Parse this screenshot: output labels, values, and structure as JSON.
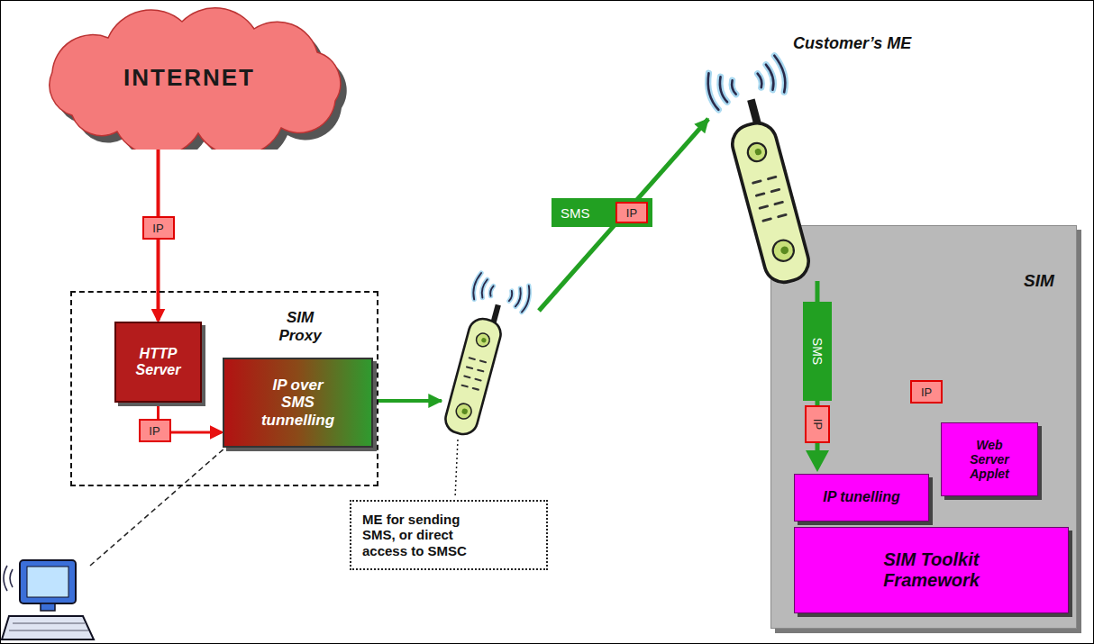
{
  "diagram": {
    "nodes": [
      {
        "text": [
          "INTERNET"
        ]
      },
      {
        "text": [
          "SIM Proxy"
        ]
      },
      {
        "text": [
          "HTTP Server"
        ],
        "in": 1
      },
      {
        "text": [
          "IP over SMS tunnelling"
        ],
        "in": 1
      },
      {
        "text": [
          "ME for sending SMS, or direct access to SMSC"
        ]
      },
      {
        "text": [
          "SIM"
        ]
      },
      {
        "text": [
          "IP tunelling"
        ],
        "in": 5
      },
      {
        "text": [
          "Web Server Applet"
        ],
        "in": 5
      },
      {
        "text": [
          "SIM Toolkit Framework"
        ],
        "in": 5
      }
    ],
    "edges": [
      {
        "from": 0,
        "to": 2,
        "label": "IP",
        "arrow": "to"
      },
      {
        "from": 2,
        "to": 3,
        "label": "IP",
        "arrow": "to"
      },
      {
        "from": 6,
        "to": 7,
        "label": "IP",
        "arrow": "to"
      }
    ],
    "labels": [
      "SMS",
      "IP",
      "Customer’s ME",
      "SMS",
      "IP"
    ]
  }
}
